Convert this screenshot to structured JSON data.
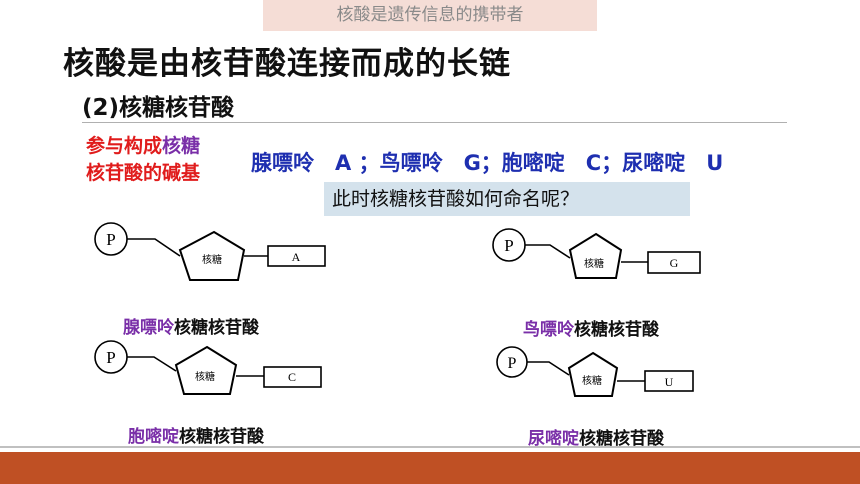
{
  "banner": "核酸是遗传信息的携带者",
  "title": "核酸是由核苷酸连接而成的长链",
  "subtitle": "(2)核糖核苷酸",
  "bases_caption": {
    "line1_red": "参与构成",
    "line1_purple": "核糖",
    "line2": "核苷酸的碱基"
  },
  "bases_line": "腺嘌呤　A ；鸟嘌呤　G；胞嘧啶　C；尿嘧啶　U",
  "question": "此时核糖核苷酸如何命名呢？",
  "nucleotides": [
    {
      "phosphate": "P",
      "sugar": "核糖",
      "base": "A",
      "name_base": "腺嘌呤",
      "name_rest": "核糖核苷酸"
    },
    {
      "phosphate": "P",
      "sugar": "核糖",
      "base": "G",
      "name_base": "鸟嘌呤",
      "name_rest": "核糖核苷酸"
    },
    {
      "phosphate": "P",
      "sugar": "核糖",
      "base": "C",
      "name_base": "胞嘧啶",
      "name_rest": "核糖核苷酸"
    },
    {
      "phosphate": "P",
      "sugar": "核糖",
      "base": "U",
      "name_base": "尿嘧啶",
      "name_rest": "核糖核苷酸"
    }
  ],
  "colors": {
    "accent_bar": "#bf5024",
    "banner_bg": "#f5ddd6",
    "question_bg": "#d4e2ec",
    "bases_text": "#1e2fb0",
    "base_name": "#7a2fa8",
    "caption_red": "#e01c1c"
  }
}
